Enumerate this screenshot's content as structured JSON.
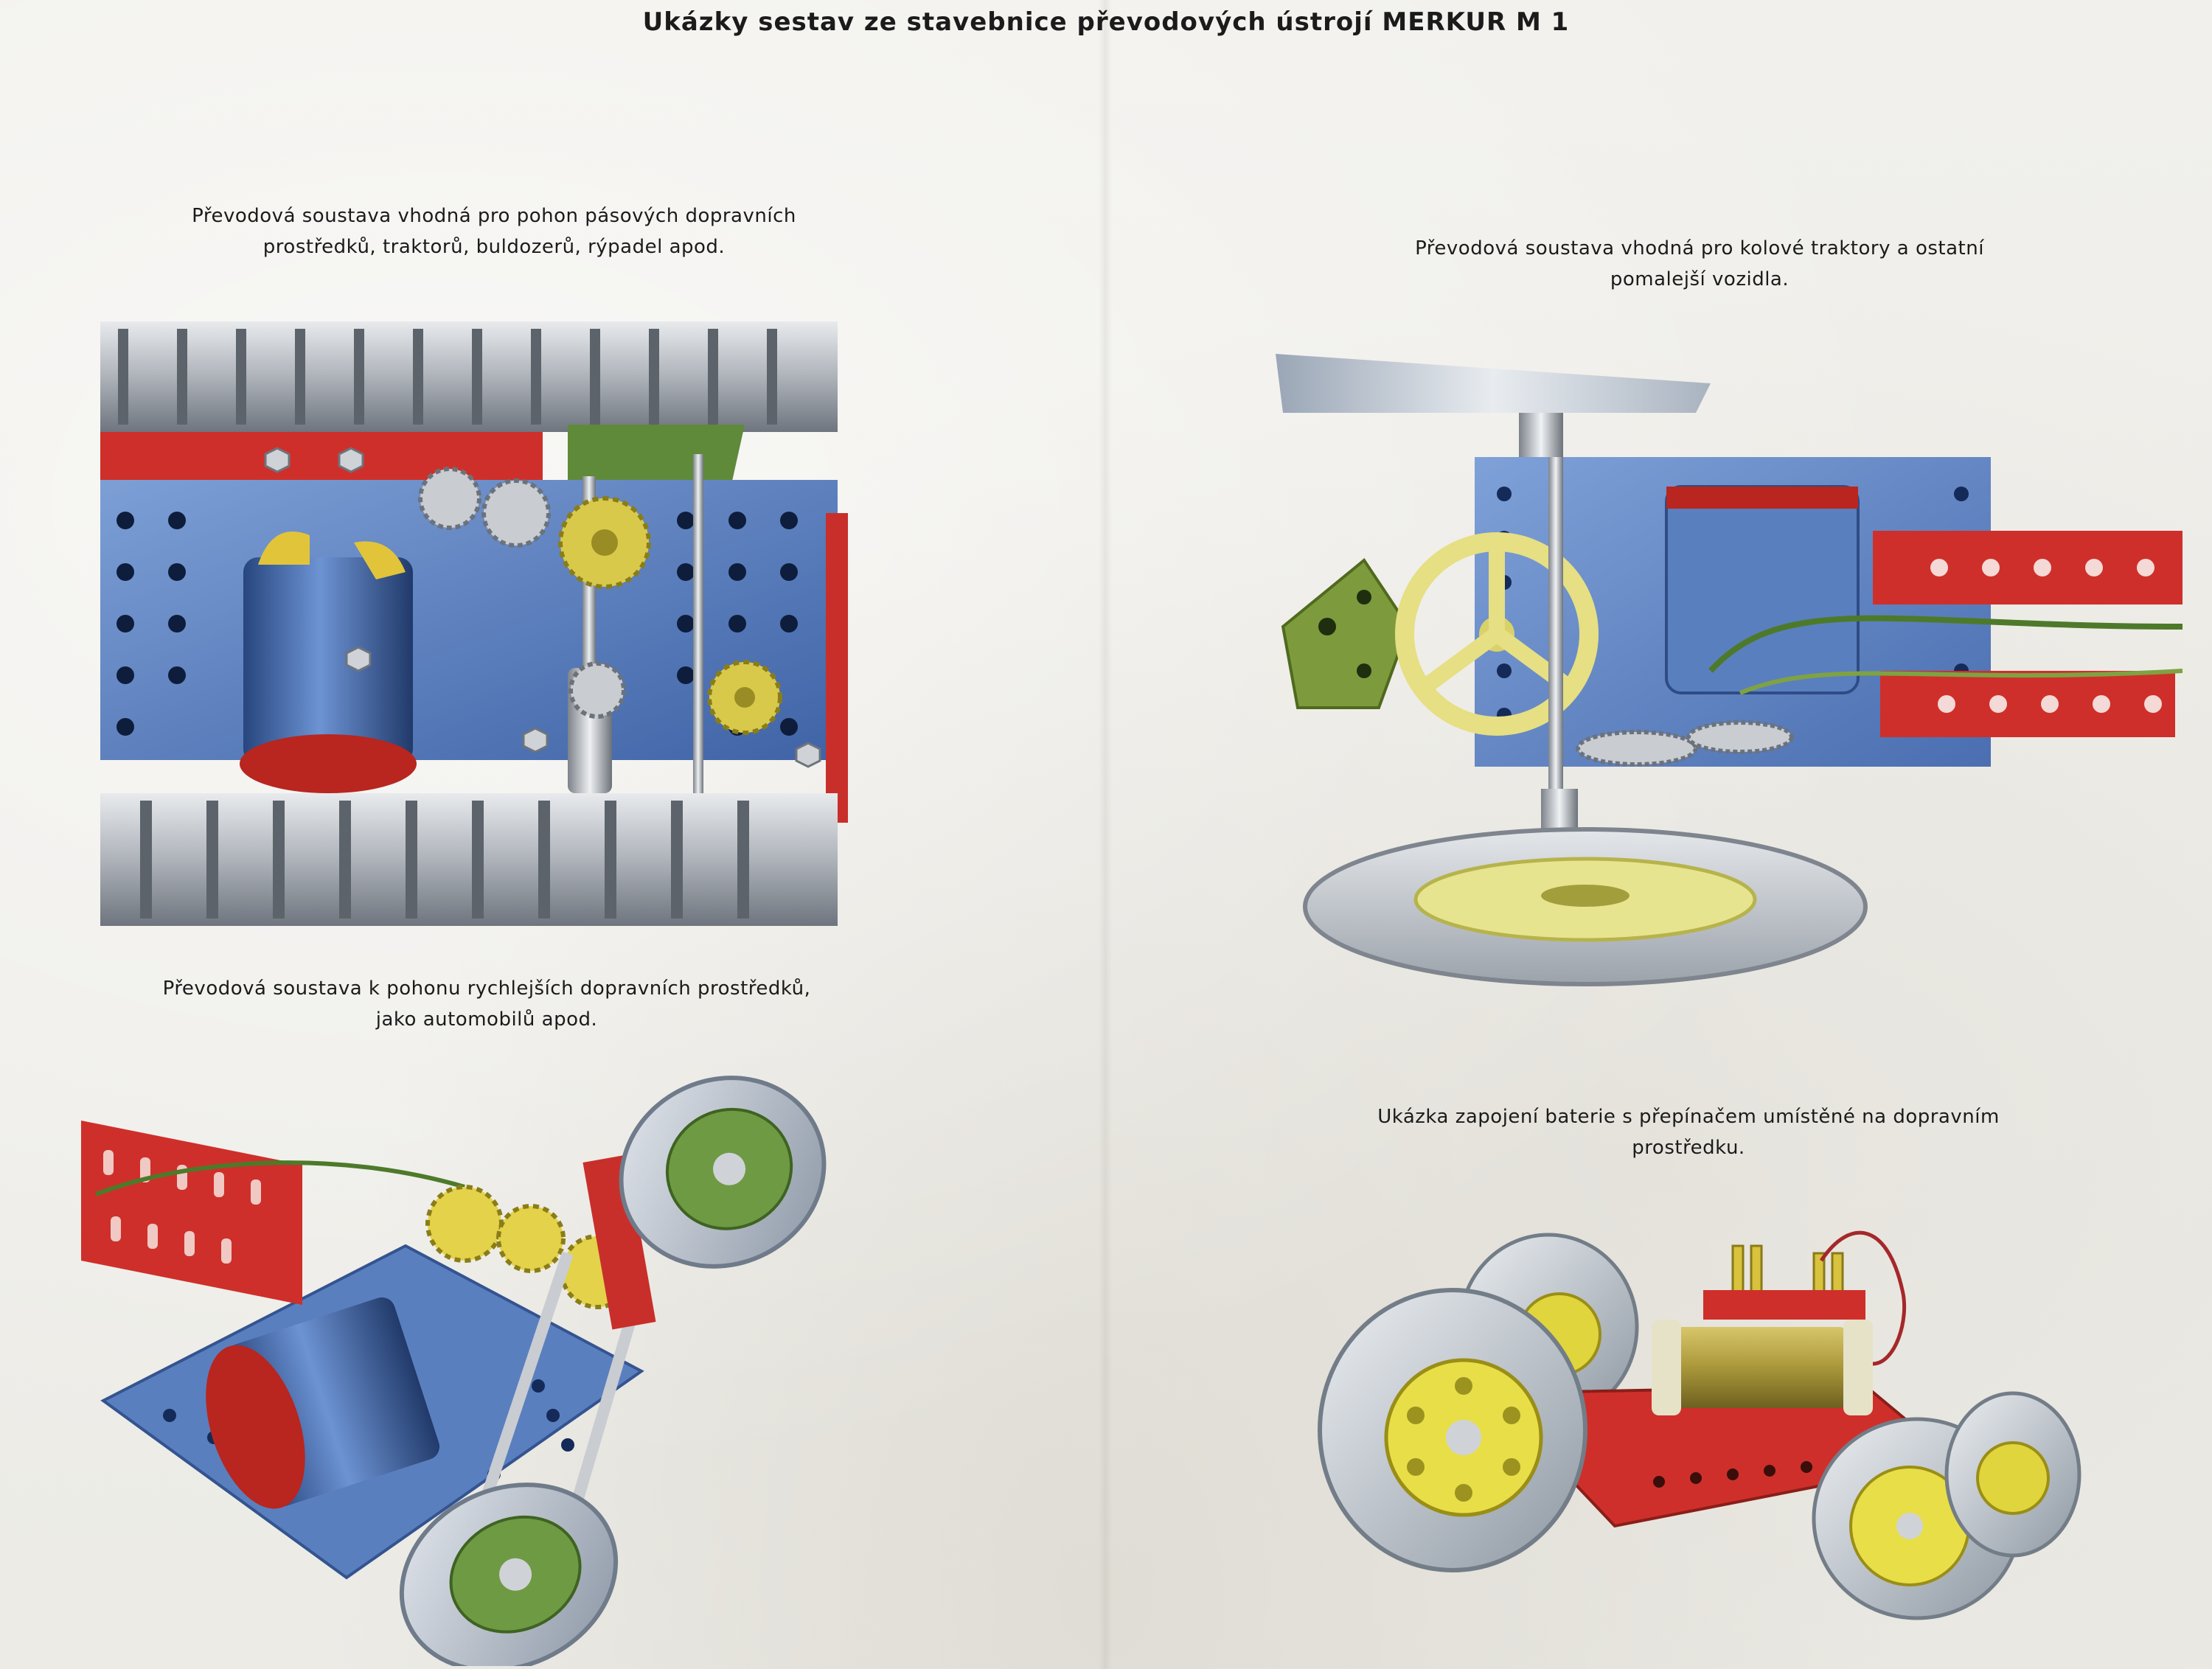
{
  "page": {
    "title": "Ukázky sestav ze stavebnice převodových ústrojí MERKUR M 1"
  },
  "sections": [
    {
      "caption_line1": "Převodová soustava vhodná pro pohon pásových dopravních",
      "caption_line2": "prostředků, traktorů, buldozerů, rýpadel apod."
    },
    {
      "caption_line1": "Převodová soustava vhodná pro kolové traktory a ostatní",
      "caption_line2": "pomalejší vozidla."
    },
    {
      "caption_line1": "Převodová soustava k pohonu rychlejších dopravních prostředků,",
      "caption_line2": "jako automobilů apod."
    },
    {
      "caption_line1": "Ukázka zapojení baterie s přepínačem umístěné na dopravním",
      "caption_line2": "prostředku."
    }
  ],
  "colors": {
    "panel_blue": "#5a7fbf",
    "strip_red": "#cf2f2a",
    "gear_yellow": "#e3d24a",
    "green_plate": "#7d9b3c",
    "track_grey": "#b8bcc2",
    "tyre_grey": "#c9ccd1"
  }
}
